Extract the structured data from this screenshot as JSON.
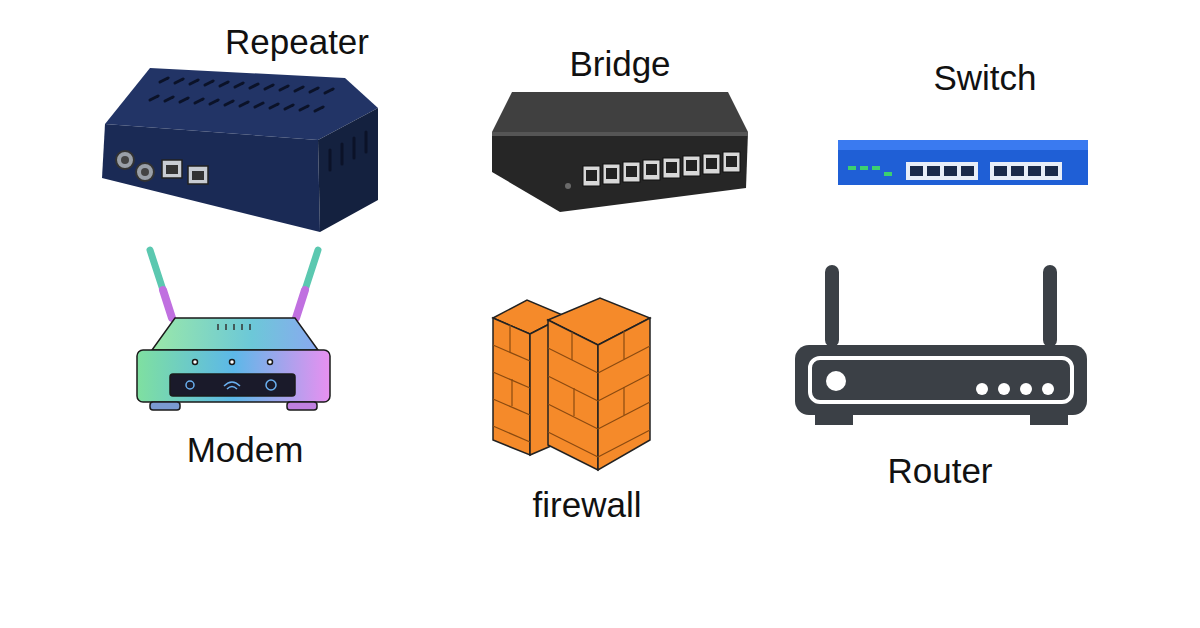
{
  "diagram": {
    "labels": [
      "Repeater",
      "Bridge",
      "Switch",
      "Modem",
      "firewall",
      "Router"
    ]
  }
}
